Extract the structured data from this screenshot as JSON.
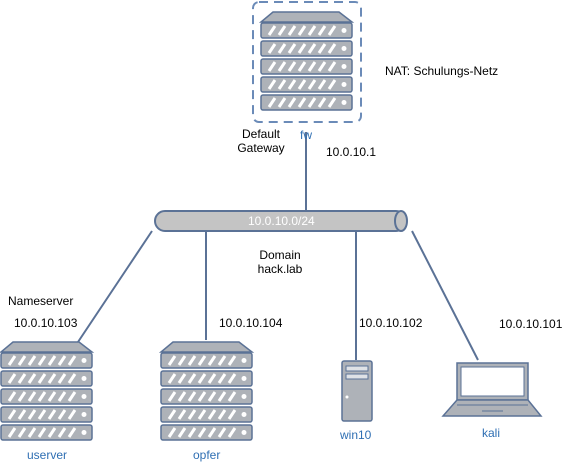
{
  "colors": {
    "link": "#5b7296",
    "device_fill": "#aeb2b8",
    "device_stroke": "#5b7296",
    "bus_fill": "#c4c4c4",
    "bus_stroke": "#5b7296",
    "device_label": "#2f6fb3",
    "text": "#000000"
  },
  "network": {
    "bus_label": "10.0.10.0/24",
    "domain_label": "Domain",
    "domain_name": "hack.lab"
  },
  "firewall": {
    "name": "fw",
    "nat_label": "NAT: Schulungs-Netz",
    "gateway_line1": "Default",
    "gateway_line2": "Gateway",
    "ip": "10.0.10.1",
    "icon": "server-rack-icon"
  },
  "hosts": {
    "userver": {
      "name": "userver",
      "role": "Nameserver",
      "ip": "10.0.10.103",
      "icon": "server-rack-icon"
    },
    "opfer": {
      "name": "opfer",
      "ip": "10.0.10.104",
      "icon": "server-rack-icon"
    },
    "win10": {
      "name": "win10",
      "ip": "10.0.10.102",
      "icon": "desktop-tower-icon"
    },
    "kali": {
      "name": "kali",
      "ip": "10.0.10.101",
      "icon": "laptop-icon"
    }
  }
}
